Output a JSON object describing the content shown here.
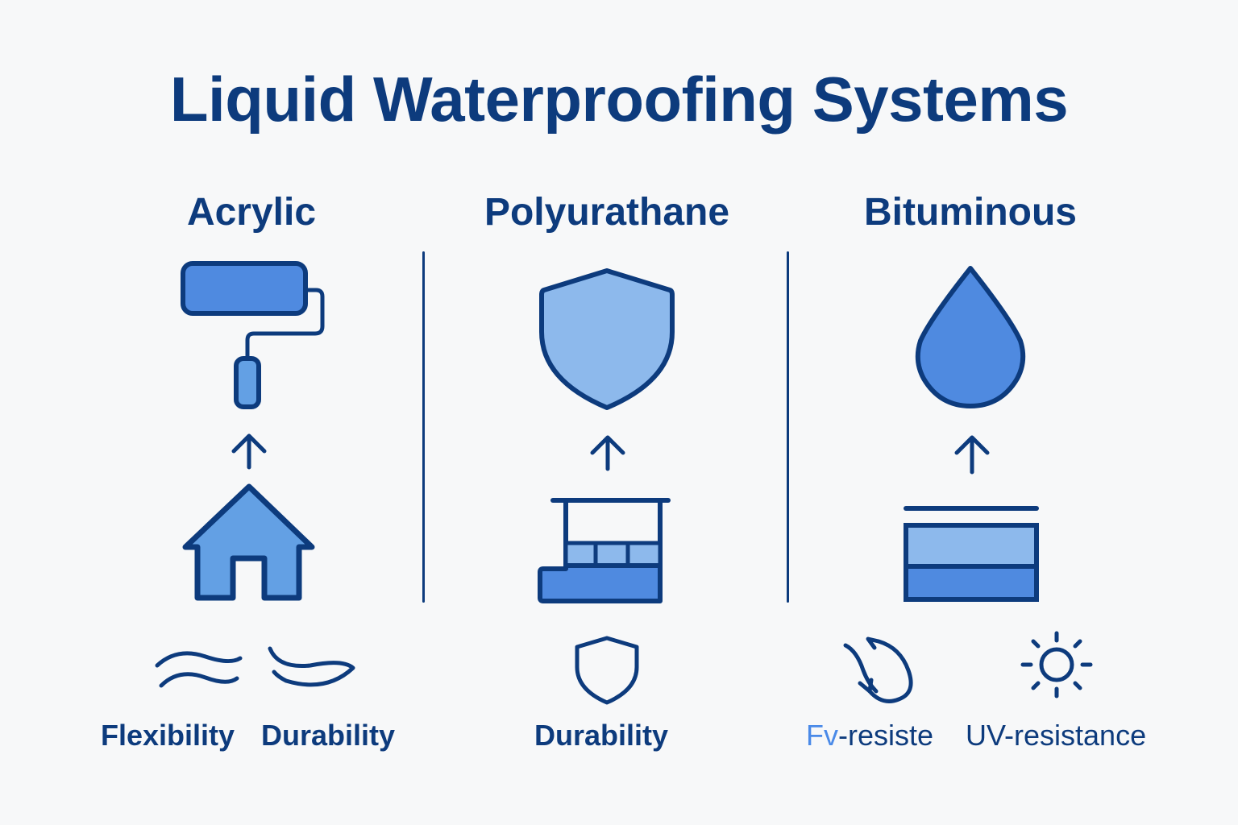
{
  "title": "Liquid Waterproofing Systems",
  "colors": {
    "dark_blue": "#0d3b7d",
    "mid_blue": "#4f8ae0",
    "light_blue": "#8db9ec",
    "house_blue": "#63a0e4",
    "background": "#f7f8f9"
  },
  "columns": [
    {
      "name": "Acrylic",
      "top_icon": "paint-roller-icon",
      "bottom_icon": "house-icon",
      "features": [
        {
          "icon": "waves-icon",
          "label": "Flexibility"
        },
        {
          "icon": "flex-curve-icon",
          "label": "Durability"
        }
      ]
    },
    {
      "name": "Polyurathane",
      "top_icon": "shield-icon",
      "bottom_icon": "balcony-structure-icon",
      "features": [
        {
          "icon": "shield-outline-icon",
          "label": "Durability"
        }
      ]
    },
    {
      "name": "Bituminous",
      "top_icon": "water-drop-icon",
      "bottom_icon": "layered-membrane-icon",
      "features": [
        {
          "icon": "curved-arrow-icon",
          "label_prefix": "Fv",
          "label": "-resiste"
        },
        {
          "icon": "sun-icon",
          "label": "UV-resistance"
        }
      ]
    }
  ]
}
